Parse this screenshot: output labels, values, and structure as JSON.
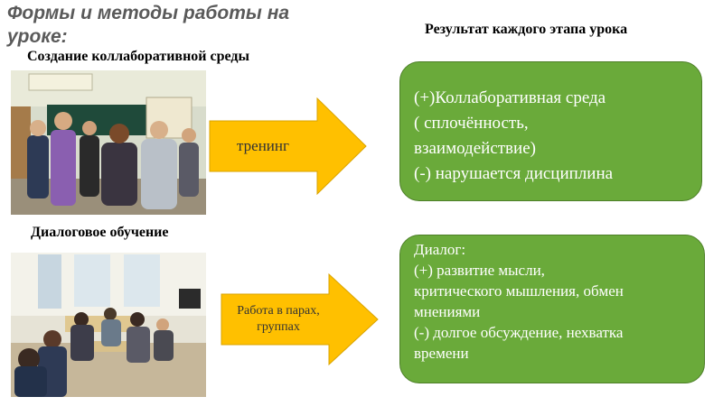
{
  "title": "Формы и методы работы  на уроке:",
  "result_heading": "Результат каждого этапа урока",
  "sections": [
    {
      "label": "Создание коллаборативной среды",
      "photo": "classroom-training-photo",
      "arrow_label": "тренинг",
      "result_lines": [
        "(+)Коллаборативная среда",
        "( сплочённость,",
        "взаимодействие)",
        "(-) нарушается дисциплина"
      ]
    },
    {
      "label": "Диалоговое обучение",
      "photo": "classroom-group-work-photo",
      "arrow_label": "Работа в парах, группах",
      "result_lines": [
        "Диалог:",
        "(+) развитие мысли,",
        "критического мышления, обмен",
        "мнениями",
        "(-) долгое обсуждение, нехватка",
        "времени"
      ]
    }
  ],
  "colors": {
    "arrow_fill": "#ffc000",
    "result_fill": "#6aaa3a",
    "title_text": "#5a5a5a"
  }
}
